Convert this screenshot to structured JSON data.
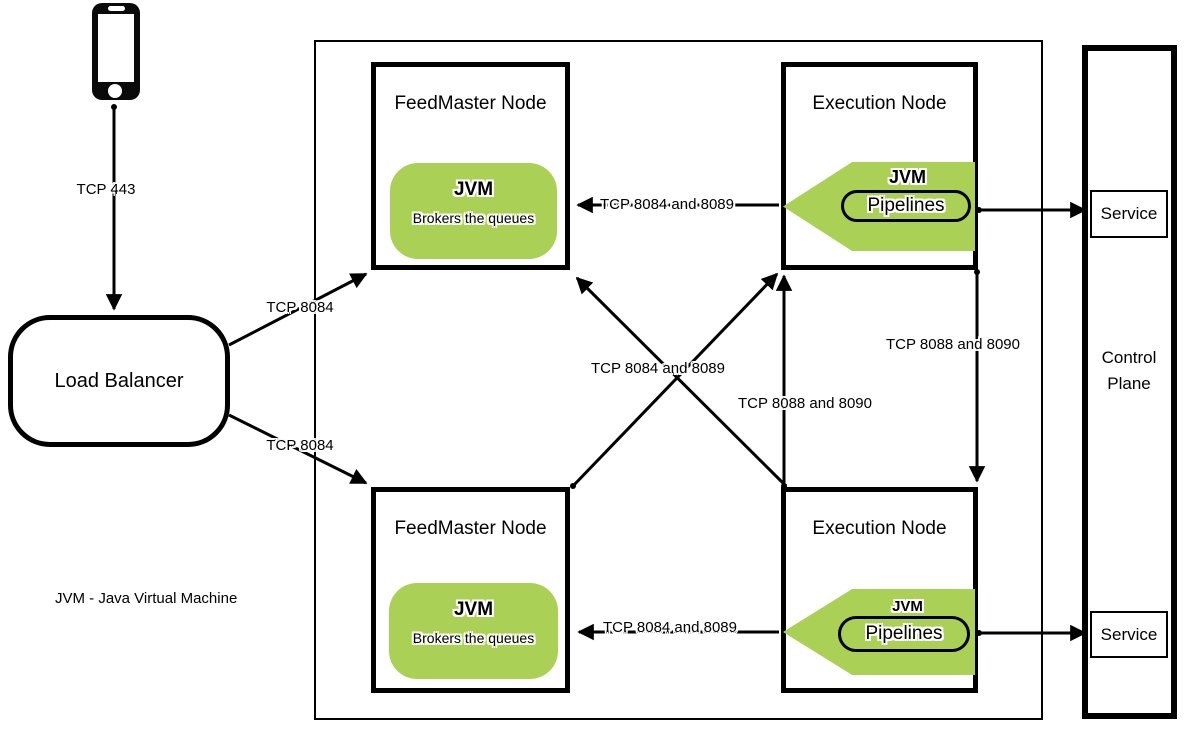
{
  "legend": {
    "text": "JVM - Java Virtual Machine"
  },
  "client": {
    "icon": "smartphone-icon"
  },
  "load_balancer": {
    "label": "Load Balancer"
  },
  "nodes": {
    "feedmaster_top": {
      "title": "FeedMaster Node",
      "jvm": "JVM",
      "description": "Brokers the queues"
    },
    "feedmaster_bottom": {
      "title": "FeedMaster Node",
      "jvm": "JVM",
      "description": "Brokers the queues"
    },
    "execution_top": {
      "title": "Execution Node",
      "jvm": "JVM",
      "pipeline": "Pipelines"
    },
    "execution_bottom": {
      "title": "Execution Node",
      "jvm": "JVM",
      "pipeline": "Pipelines"
    }
  },
  "control_plane": {
    "title": "Control Plane",
    "services": [
      "Service",
      "Service"
    ]
  },
  "edges": {
    "tcp443": "TCP 443",
    "lb_to_fm_top": "TCP 8084",
    "lb_to_fm_bottom": "TCP 8084",
    "exec_to_fm_top": "TCP 8084 and 8089",
    "exec_to_fm_cross": "TCP 8084 and 8089",
    "exec_to_fm_bottom": "TCP 8084 and 8089",
    "exec_to_exec_left": "TCP 8088 and 8090",
    "exec_to_exec_right": "TCP 8088 and 8090"
  },
  "colors": {
    "jvm_green": "#aad155",
    "line": "#000000"
  }
}
